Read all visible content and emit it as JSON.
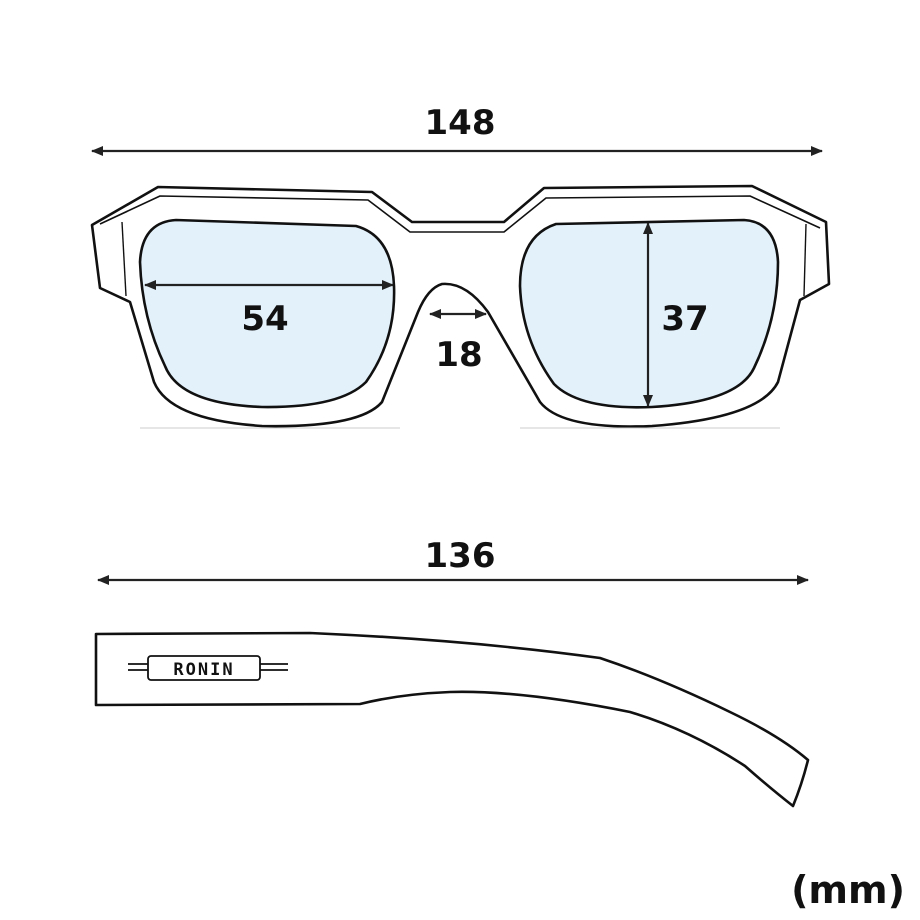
{
  "front_view": {
    "total_width": "148",
    "lens_width": "54",
    "bridge_width": "18",
    "lens_height": "37"
  },
  "temple_view": {
    "temple_length": "136",
    "brand": "RONIN"
  },
  "unit": "(mm)",
  "colors": {
    "lens": "#e3f1fb",
    "line": "#111111",
    "arrow": "#222222"
  }
}
